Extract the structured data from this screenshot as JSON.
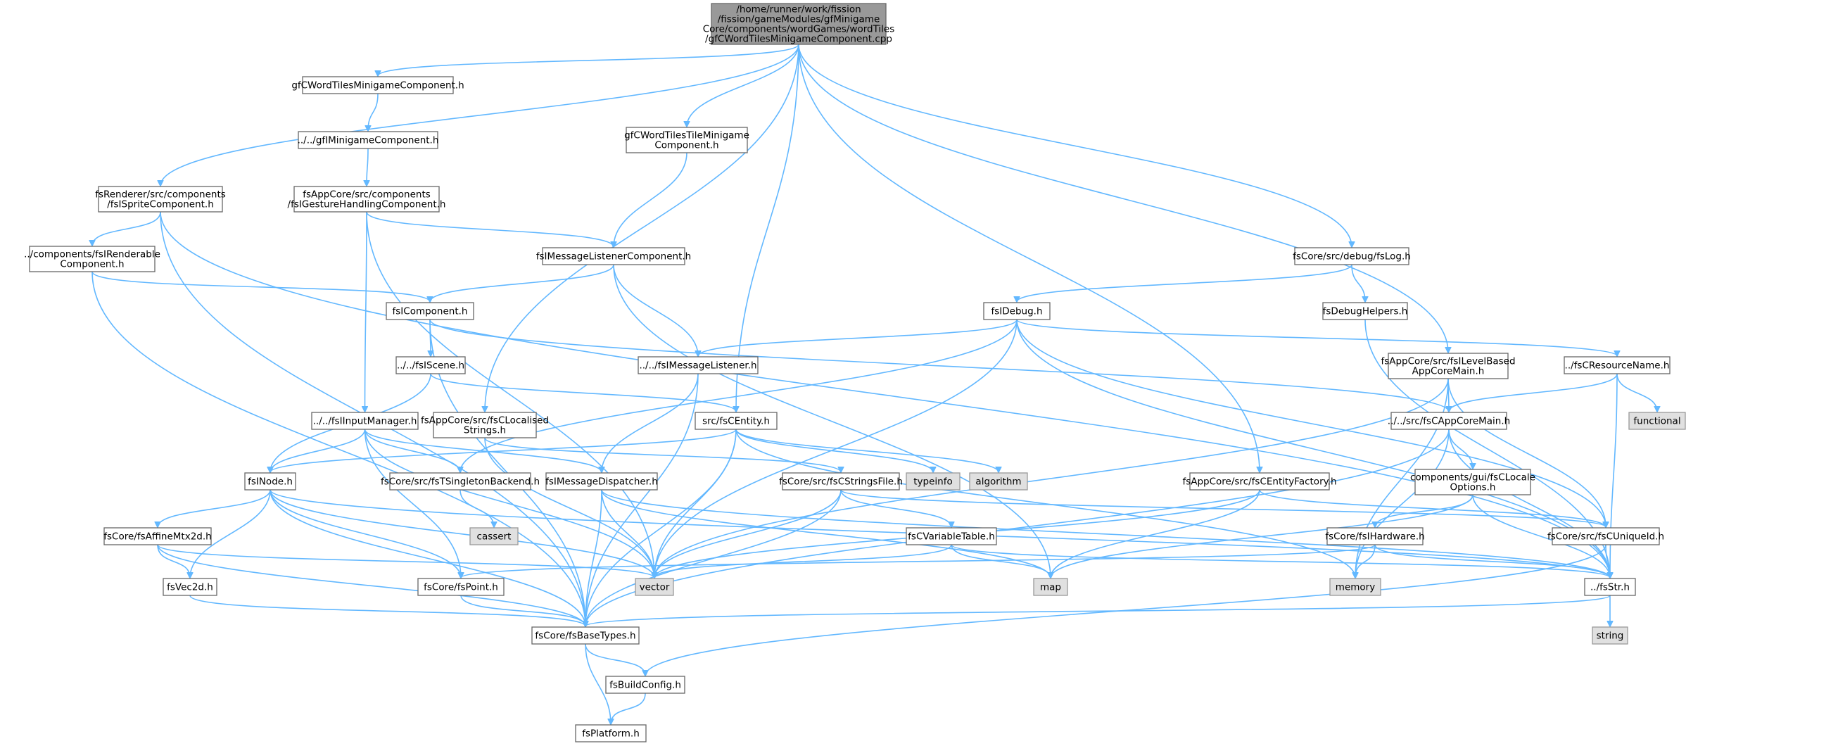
{
  "graph": {
    "type": "include-dependency-graph",
    "colors": {
      "edge": "#63b8ff",
      "root_fill": "#999999",
      "node_fill": "#ffffff",
      "system_fill": "#e0e0e0",
      "border": "#666666"
    },
    "nodes": [
      {
        "id": "root",
        "label": [
          "/home/runner/work/fission",
          "/fission/gameModules/gfMinigame",
          "Core/components/wordGames/wordTiles",
          "/gfCWordTilesMinigameComponent.cpp"
        ],
        "kind": "root"
      },
      {
        "id": "gfcwtmc",
        "label": [
          "gfCWordTilesMinigameComponent.h"
        ],
        "kind": "normal"
      },
      {
        "id": "gfimc",
        "label": [
          "../../gfIMinigameComponent.h"
        ],
        "kind": "normal"
      },
      {
        "id": "fsighc",
        "label": [
          "fsAppCore/src/components",
          "/fsIGestureHandlingComponent.h"
        ],
        "kind": "normal"
      },
      {
        "id": "gfcwttmc",
        "label": [
          "gfCWordTilesTileMinigame",
          "Component.h"
        ],
        "kind": "normal"
      },
      {
        "id": "fsisc",
        "label": [
          "fsRenderer/src/components",
          "/fsISpriteComponent.h"
        ],
        "kind": "normal"
      },
      {
        "id": "fsirc",
        "label": [
          "../components/fsIRenderable",
          "Component.h"
        ],
        "kind": "normal"
      },
      {
        "id": "fsimlc",
        "label": [
          "fsIMessageListenerComponent.h"
        ],
        "kind": "normal"
      },
      {
        "id": "fsicomp",
        "label": [
          "fsIComponent.h"
        ],
        "kind": "normal"
      },
      {
        "id": "fsiscene",
        "label": [
          "../../fsIScene.h"
        ],
        "kind": "normal"
      },
      {
        "id": "fsiim",
        "label": [
          "../../fsIInputManager.h"
        ],
        "kind": "normal"
      },
      {
        "id": "fsccls",
        "label": [
          "fsAppCore/src/fsCLocalised",
          "Strings.h"
        ],
        "kind": "normal"
      },
      {
        "id": "fsiml",
        "label": [
          "../../fsIMessageListener.h"
        ],
        "kind": "normal"
      },
      {
        "id": "fscentity",
        "label": [
          "src/fsCEntity.h"
        ],
        "kind": "normal"
      },
      {
        "id": "fsinode",
        "label": [
          "fsINode.h"
        ],
        "kind": "normal"
      },
      {
        "id": "fstsb",
        "label": [
          "fsCore/src/fsTSingletonBackend.h"
        ],
        "kind": "normal"
      },
      {
        "id": "fsimd",
        "label": [
          "fsIMessageDispatcher.h"
        ],
        "kind": "normal"
      },
      {
        "id": "fscsf",
        "label": [
          "fsCore/src/fsCStringsFile.h"
        ],
        "kind": "normal"
      },
      {
        "id": "typeinfo",
        "label": [
          "typeinfo"
        ],
        "kind": "system"
      },
      {
        "id": "algorithm",
        "label": [
          "algorithm"
        ],
        "kind": "system"
      },
      {
        "id": "cassert",
        "label": [
          "cassert"
        ],
        "kind": "system"
      },
      {
        "id": "fsam2d",
        "label": [
          "fsCore/fsAffineMtx2d.h"
        ],
        "kind": "normal"
      },
      {
        "id": "fsvec2d",
        "label": [
          "fsVec2d.h"
        ],
        "kind": "normal"
      },
      {
        "id": "fspoint",
        "label": [
          "fsCore/fsPoint.h"
        ],
        "kind": "normal"
      },
      {
        "id": "vector",
        "label": [
          "vector"
        ],
        "kind": "system"
      },
      {
        "id": "fscvt",
        "label": [
          "fsCVariableTable.h"
        ],
        "kind": "normal"
      },
      {
        "id": "map",
        "label": [
          "map"
        ],
        "kind": "system"
      },
      {
        "id": "fsbasetypes",
        "label": [
          "fsCore/fsBaseTypes.h"
        ],
        "kind": "normal"
      },
      {
        "id": "fsbuildconfig",
        "label": [
          "fsBuildConfig.h"
        ],
        "kind": "normal"
      },
      {
        "id": "fsplatform",
        "label": [
          "fsPlatform.h"
        ],
        "kind": "normal"
      },
      {
        "id": "fslog",
        "label": [
          "fsCore/src/debug/fsLog.h"
        ],
        "kind": "normal"
      },
      {
        "id": "fsdebughelpers",
        "label": [
          "fsDebugHelpers.h"
        ],
        "kind": "normal"
      },
      {
        "id": "fsidebug",
        "label": [
          "fsIDebug.h"
        ],
        "kind": "normal"
      },
      {
        "id": "fslbacm",
        "label": [
          "fsAppCore/src/fsILevelBased",
          "AppCoreMain.h"
        ],
        "kind": "normal"
      },
      {
        "id": "fscrn",
        "label": [
          "../fsCResourceName.h"
        ],
        "kind": "normal"
      },
      {
        "id": "functional",
        "label": [
          "functional"
        ],
        "kind": "system"
      },
      {
        "id": "fscacm",
        "label": [
          "../../src/fsCAppCoreMain.h"
        ],
        "kind": "normal"
      },
      {
        "id": "fscef",
        "label": [
          "fsAppCore/src/fsCEntityFactory.h"
        ],
        "kind": "normal"
      },
      {
        "id": "fscclo",
        "label": [
          "components/gui/fsCLocale",
          "Options.h"
        ],
        "kind": "normal"
      },
      {
        "id": "fsihw",
        "label": [
          "fsCore/fsIHardware.h"
        ],
        "kind": "normal"
      },
      {
        "id": "memory",
        "label": [
          "memory"
        ],
        "kind": "system"
      },
      {
        "id": "fscuid",
        "label": [
          "fsCore/src/fsCUniqueId.h"
        ],
        "kind": "normal"
      },
      {
        "id": "fsstr",
        "label": [
          "../fsStr.h"
        ],
        "kind": "normal"
      },
      {
        "id": "string",
        "label": [
          "string"
        ],
        "kind": "system"
      }
    ]
  }
}
